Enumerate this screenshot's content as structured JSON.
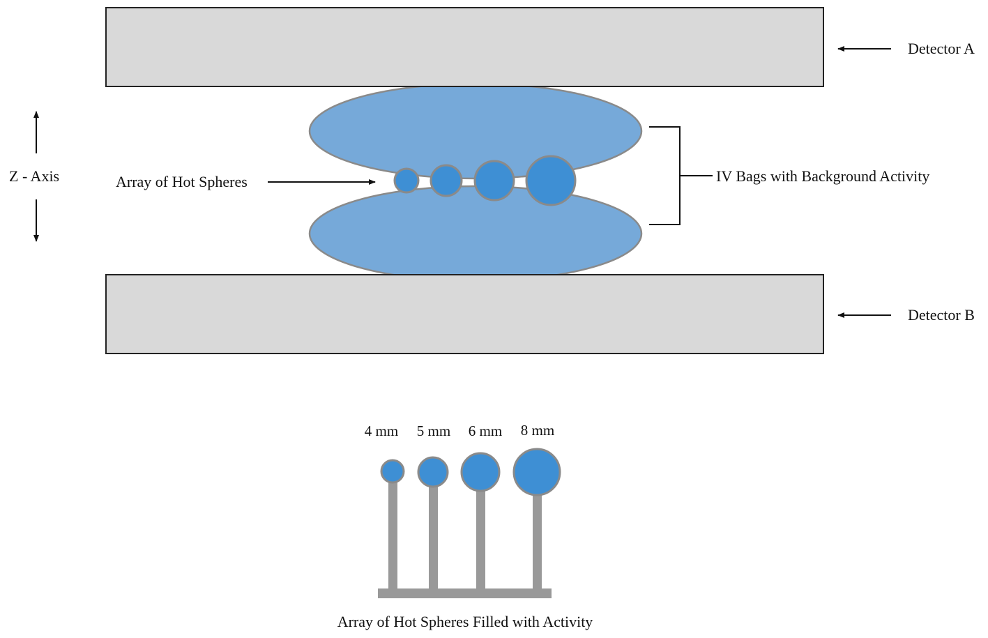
{
  "labels": {
    "detector_a": "Detector A",
    "detector_b": "Detector B",
    "z_axis": "Z - Axis",
    "array_hot_spheres": "Array of Hot Spheres",
    "iv_bags": "IV Bags with Background Activity",
    "array_caption": "Array of Hot Spheres Filled with Activity"
  },
  "spheres": [
    {
      "size_label": "4 mm",
      "diameter_mm": 4
    },
    {
      "size_label": "5 mm",
      "diameter_mm": 5
    },
    {
      "size_label": "6 mm",
      "diameter_mm": 6
    },
    {
      "size_label": "8 mm",
      "diameter_mm": 8
    }
  ],
  "colors": {
    "detector_fill": "#d9d9d9",
    "detector_stroke": "#222222",
    "bag_fill": "#76a9d9",
    "sphere_fill": "#3e8fd4",
    "sphere_stroke": "#8a8a8a",
    "rod": "#999999",
    "line": "#111111"
  },
  "icons": {
    "arrow": "left-arrow-icon",
    "z_arrows": "up-down-arrow-icon",
    "bracket": "bracket-icon"
  }
}
